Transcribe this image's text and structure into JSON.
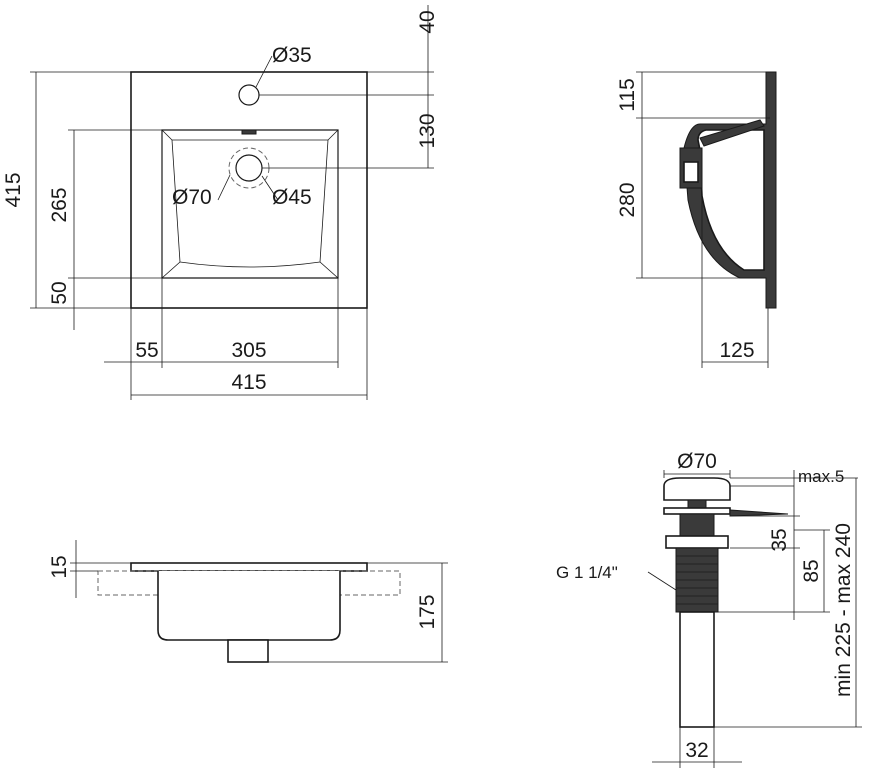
{
  "top_view": {
    "dim_overall_width": "415",
    "dim_side_margin": "55",
    "dim_bowl_width": "305",
    "dim_overall_depth": "415",
    "dim_bowl_depth": "265",
    "dim_front_margin": "50",
    "dim_tap_hole_offset": "40",
    "dim_tap_to_drain": "130",
    "tap_hole_diameter": "Ø35",
    "drain_outer_diameter": "Ø70",
    "drain_inner_diameter": "Ø45"
  },
  "side_section": {
    "dim_top_height": "115",
    "dim_bowl_height": "280",
    "dim_drain_offset": "125"
  },
  "front_view": {
    "dim_rim_thickness": "15",
    "dim_total_height": "175"
  },
  "drain_detail": {
    "cap_diameter": "Ø70",
    "max_lift": "max.5",
    "dim_flange": "35",
    "dim_thread_zone": "85",
    "dim_total_length": "min 225 - max 240",
    "thread_label": "G 1 1/4\"",
    "pipe_diameter": "32"
  },
  "colors": {
    "line": "#1a1a1a",
    "background": "#ffffff"
  }
}
